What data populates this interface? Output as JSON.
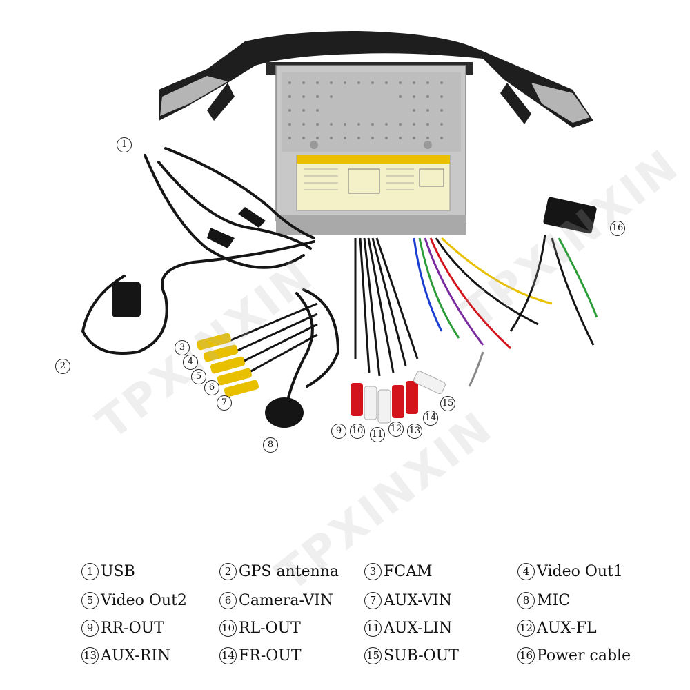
{
  "watermark": "TPXINXIN",
  "callouts": [
    "1",
    "2",
    "3",
    "4",
    "5",
    "6",
    "7",
    "8",
    "9",
    "10",
    "11",
    "12",
    "13",
    "14",
    "15",
    "16"
  ],
  "legend": [
    {
      "num": "1",
      "label": "USB"
    },
    {
      "num": "2",
      "label": "GPS antenna"
    },
    {
      "num": "3",
      "label": "FCAM"
    },
    {
      "num": "4",
      "label": "Video Out1"
    },
    {
      "num": "5",
      "label": "Video Out2"
    },
    {
      "num": "6",
      "label": "Camera-VIN"
    },
    {
      "num": "7",
      "label": "AUX-VIN"
    },
    {
      "num": "8",
      "label": "MIC"
    },
    {
      "num": "9",
      "label": "RR-OUT"
    },
    {
      "num": "10",
      "label": "RL-OUT"
    },
    {
      "num": "11",
      "label": "AUX-LIN"
    },
    {
      "num": "12",
      "label": "AUX-FL"
    },
    {
      "num": "13",
      "label": "AUX-RIN"
    },
    {
      "num": "14",
      "label": "FR-OUT"
    },
    {
      "num": "15",
      "label": "SUB-OUT"
    },
    {
      "num": "16",
      "label": "Power cable"
    }
  ],
  "colors": {
    "rca_yellow": "#e8c000",
    "rca_red": "#d4141c",
    "rca_white": "#f2f2f2",
    "cable_black": "#151515",
    "unit_metal": "#c8c8c8",
    "bezel": "#1e1e1e"
  }
}
